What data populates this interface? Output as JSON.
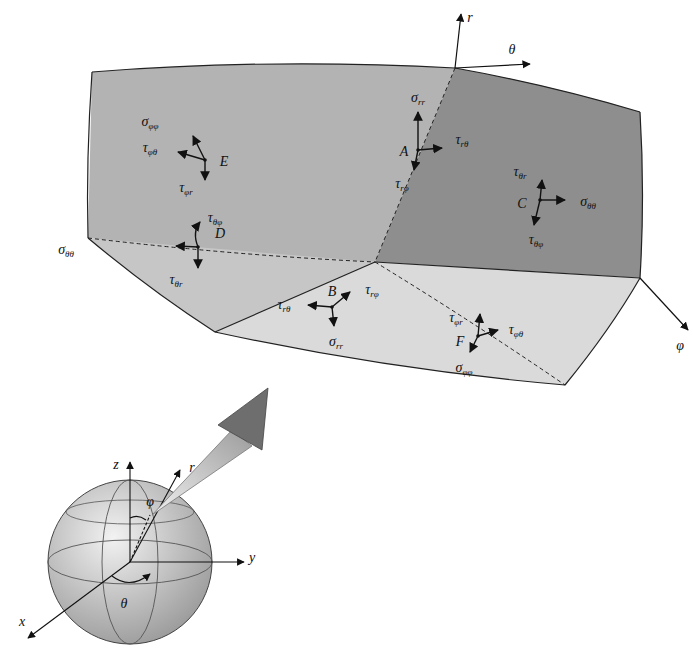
{
  "diagram": {
    "labels": [
      "r",
      "θ",
      "φ",
      "σφφ",
      "τφθ",
      "E",
      "τφr",
      "σrr",
      "A",
      "τrθ",
      "τrφ",
      "τθr",
      "C",
      "σθθ",
      "τθφ",
      "τθφ",
      "σθθ",
      "D",
      "τθr",
      "τrφ",
      "B",
      "τrθ",
      "σrr",
      "τφr",
      "F",
      "τφθ",
      "σφφ",
      "z",
      "r",
      "φ",
      "y",
      "x",
      "θ"
    ]
  }
}
